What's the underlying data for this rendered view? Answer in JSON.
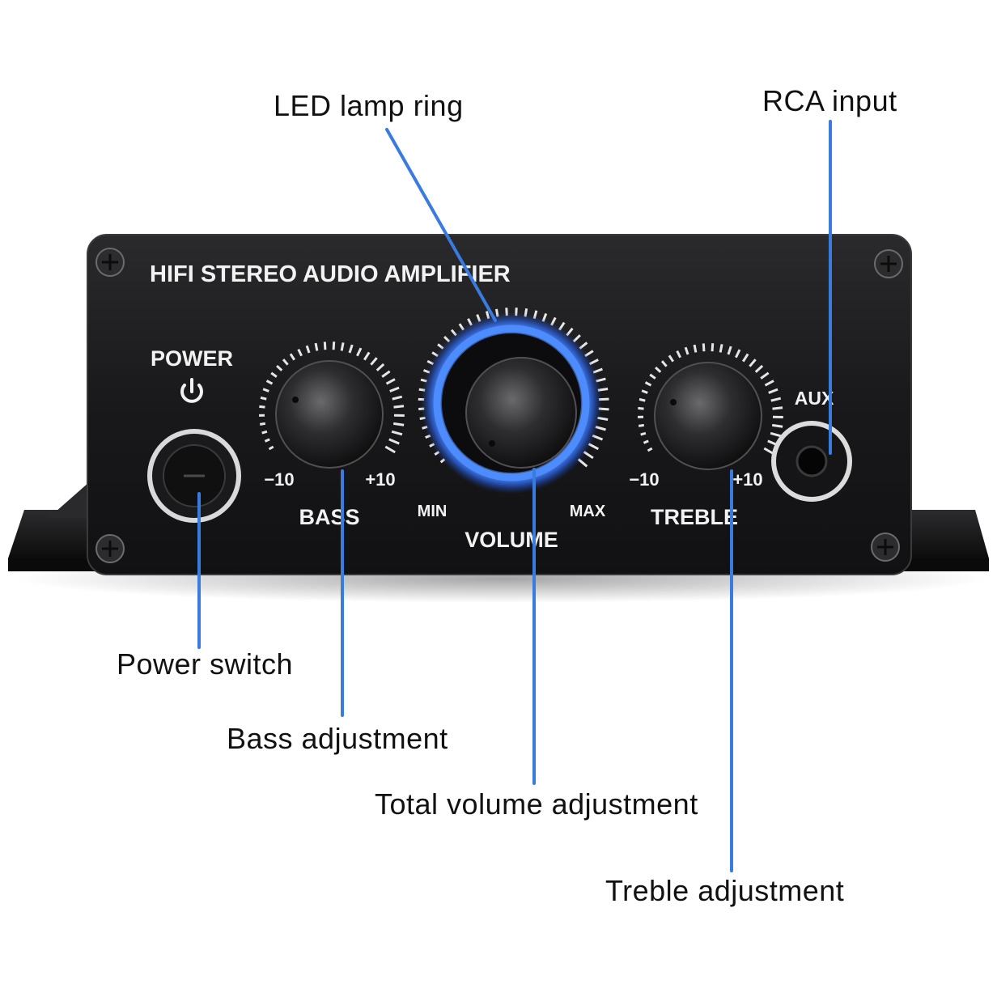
{
  "panel": {
    "title": "HIFI STEREO AUDIO AMPLIFIER",
    "power_label": "POWER",
    "aux_label": "AUX",
    "bass": {
      "label": "BASS",
      "min": "−10",
      "max": "+10"
    },
    "volume": {
      "label": "VOLUME",
      "min": "MIN",
      "max": "MAX"
    },
    "treble": {
      "label": "TREBLE",
      "min": "−10",
      "max": "+10"
    }
  },
  "callouts": {
    "led_ring": "LED lamp ring",
    "rca_input": "RCA input",
    "power_switch": "Power switch",
    "bass_adjust": "Bass adjustment",
    "volume_adjust": "Total volume adjustment",
    "treble_adjust": "Treble adjustment"
  },
  "colors": {
    "leader_line": "#3a7be0",
    "panel": "#1b1b1d",
    "led_glow": "#3d7dff"
  }
}
